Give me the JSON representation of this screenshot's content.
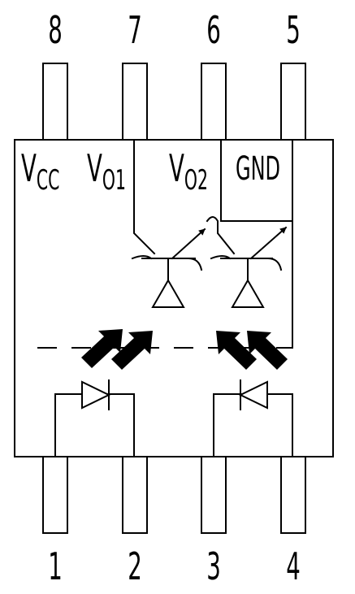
{
  "pins": {
    "top": [
      "8",
      "7",
      "6",
      "5"
    ],
    "bottom": [
      "1",
      "2",
      "3",
      "4"
    ]
  },
  "labels": {
    "vcc": {
      "main": "V",
      "sub": "CC"
    },
    "vo1": {
      "main": "V",
      "sub": "O1"
    },
    "vo2": {
      "main": "V",
      "sub": "O2"
    },
    "gnd": "GND"
  }
}
